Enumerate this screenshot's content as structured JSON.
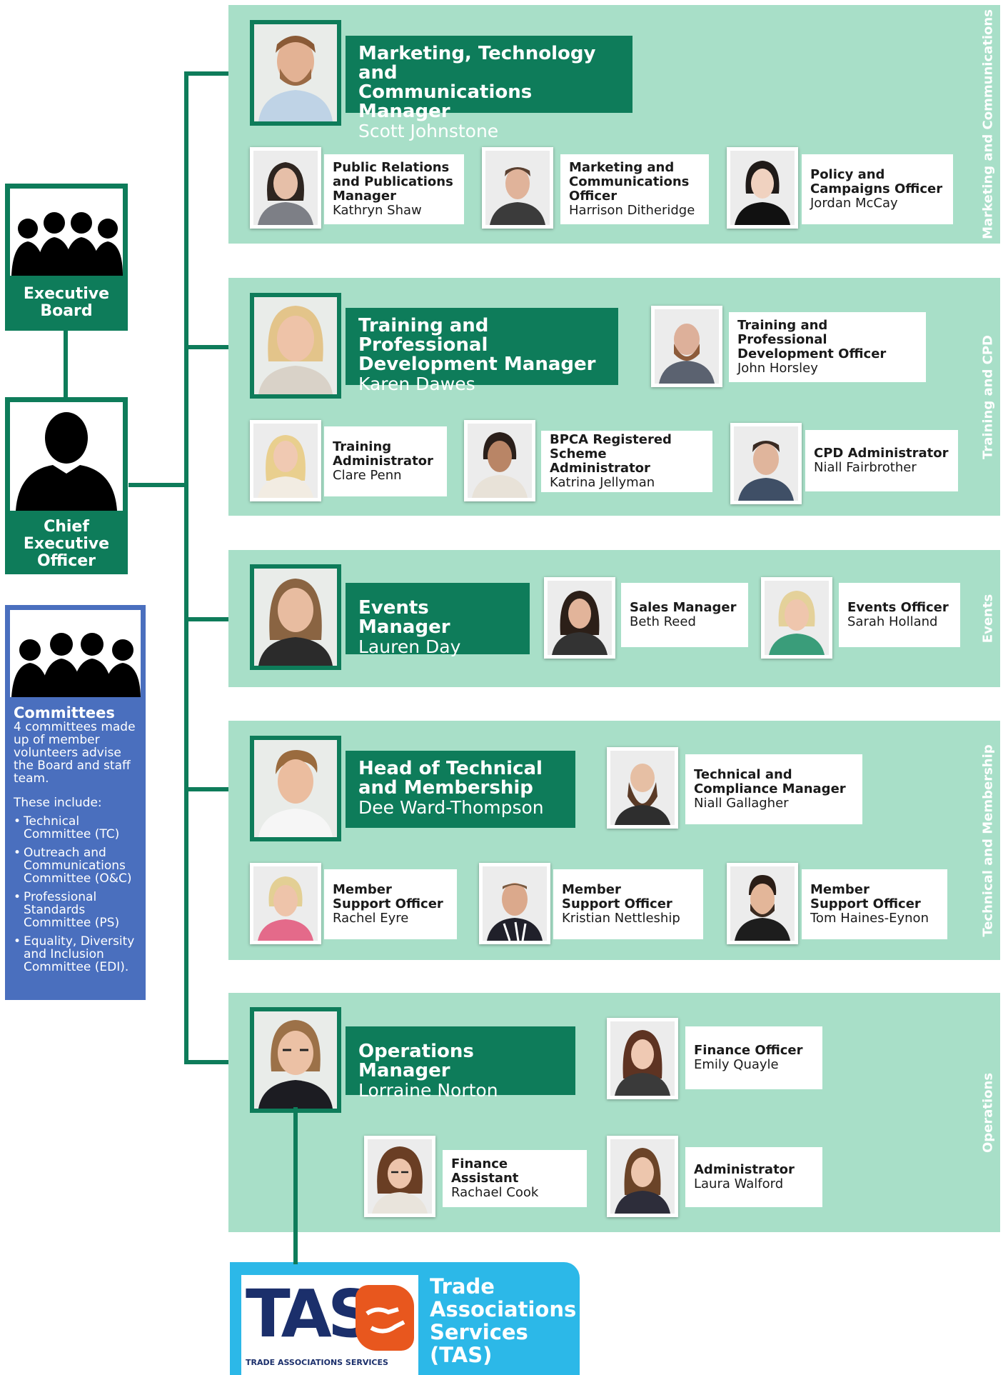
{
  "colors": {
    "green": "#0e7c5a",
    "section_bg": "#a8dfc8",
    "committee_blue": "#4a6fbe",
    "tas_blue": "#2cb8e8",
    "tas_navy": "#1b2f6b",
    "tas_orange": "#e8571e"
  },
  "left": {
    "executive_board": {
      "line1": "Executive",
      "line2": "Board"
    },
    "ceo": {
      "line1": "Chief",
      "line2": "Executive",
      "line3": "Officer"
    },
    "committees": {
      "heading": "Committees",
      "desc": "4 committees made up of member volunteers advise the Board and staff team.",
      "these_include": "These include:",
      "items": [
        "Technical Committee (TC)",
        "Outreach and Communications Committee (O&C)",
        "Professional Standards Committee (PS)",
        "Equality, Diversity and Inclusion Committee (EDI)."
      ]
    }
  },
  "sections": [
    {
      "side_label": "Marketing and Communications",
      "manager": {
        "title_l1": "Marketing, Technology and",
        "title_l2": "Communications Manager",
        "name": "Scott Johnstone"
      },
      "staff": [
        {
          "t1": "Public Relations",
          "t2": "and Publications",
          "t3": "Manager",
          "name": "Kathryn Shaw"
        },
        {
          "t1": "Marketing and",
          "t2": "Communications",
          "t3": "Officer",
          "name": "Harrison Ditheridge"
        },
        {
          "t1": "Policy and",
          "t2": "Campaigns Officer",
          "name": "Jordan McCay"
        }
      ]
    },
    {
      "side_label": "Training and CPD",
      "manager": {
        "title_l1": "Training and Professional",
        "title_l2": "Development Manager",
        "name": "Karen Dawes"
      },
      "staff": [
        {
          "t1": "Training and Professional",
          "t2": "Development Officer",
          "name": "John Horsley"
        },
        {
          "t1": "Training",
          "t2": "Administrator",
          "name": "Clare Penn"
        },
        {
          "t1": "BPCA Registered",
          "t2": "Scheme Administrator",
          "name": "Katrina Jellyman"
        },
        {
          "t1": "CPD Administrator",
          "name": "Niall Fairbrother"
        }
      ]
    },
    {
      "side_label": "Events",
      "manager": {
        "title_l1": "Events Manager",
        "name": "Lauren Day"
      },
      "staff": [
        {
          "t1": "Sales Manager",
          "name": "Beth Reed"
        },
        {
          "t1": "Events Officer",
          "name": "Sarah Holland"
        }
      ]
    },
    {
      "side_label": "Technical and Membership",
      "manager": {
        "title_l1": "Head of Technical",
        "title_l2": "and Membership",
        "name": "Dee Ward-Thompson"
      },
      "staff": [
        {
          "t1": "Technical and",
          "t2": "Compliance Manager",
          "name": "Niall Gallagher"
        },
        {
          "t1": "Member",
          "t2": "Support Officer",
          "name": "Rachel Eyre"
        },
        {
          "t1": "Member",
          "t2": "Support Officer",
          "name": "Kristian Nettleship"
        },
        {
          "t1": "Member",
          "t2": "Support Officer",
          "name": "Tom Haines-Eynon"
        }
      ]
    },
    {
      "side_label": "Operations",
      "manager": {
        "title_l1": "Operations Manager",
        "name": "Lorraine Norton"
      },
      "staff": [
        {
          "t1": "Finance Officer",
          "name": "Emily Quayle"
        },
        {
          "t1": "Finance Assistant",
          "name": "Rachael Cook"
        },
        {
          "t1": "Administrator",
          "name": "Laura Walford"
        }
      ]
    }
  ],
  "tas": {
    "logo_letters": "TAS",
    "logo_sub": "TRADE ASSOCIATIONS SERVICES",
    "l1": "Trade",
    "l2": "Associations",
    "l3": "Services",
    "l4": "(TAS)"
  }
}
